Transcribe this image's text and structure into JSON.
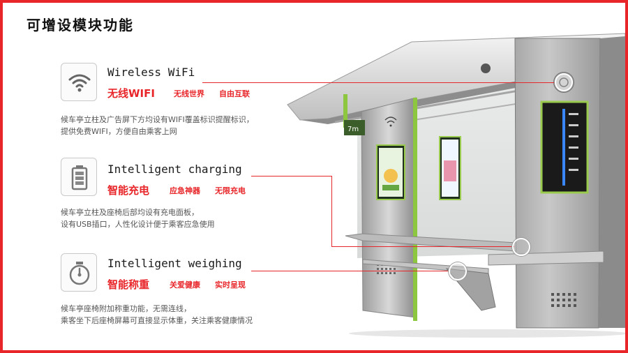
{
  "page": {
    "title": "可增设模块功能"
  },
  "features": [
    {
      "icon": "wifi-icon",
      "title_en": "Wireless WiFi",
      "title_cn": "无线WIFI",
      "tags": [
        "无线世界",
        "自由互联"
      ],
      "desc_lines": [
        "候车亭立柱及广告屏下方均设有WIFI覆盖标识提醒标识，",
        "提供免费WIFI，方便自由乘客上网"
      ]
    },
    {
      "icon": "battery-icon",
      "title_en": "Intelligent charging",
      "title_cn": "智能充电",
      "tags": [
        "应急神器",
        "无限充电"
      ],
      "desc_lines": [
        "候车亭立柱及座椅后部均设有充电面板，",
        "设有USB插口，人性化设计便于乘客应急使用"
      ]
    },
    {
      "icon": "scale-icon",
      "title_en": "Intelligent weighing",
      "title_cn": "智能称重",
      "tags": [
        "关爱健康",
        "实时呈现"
      ],
      "desc_lines": [
        "候车亭座椅附加称重功能，无需连线，",
        "乘客坐下后座椅屏幕可直接显示体重，关注乘客健康情况"
      ]
    }
  ],
  "colors": {
    "accent": "#e8262a",
    "accent_green": "#8dc63f"
  }
}
